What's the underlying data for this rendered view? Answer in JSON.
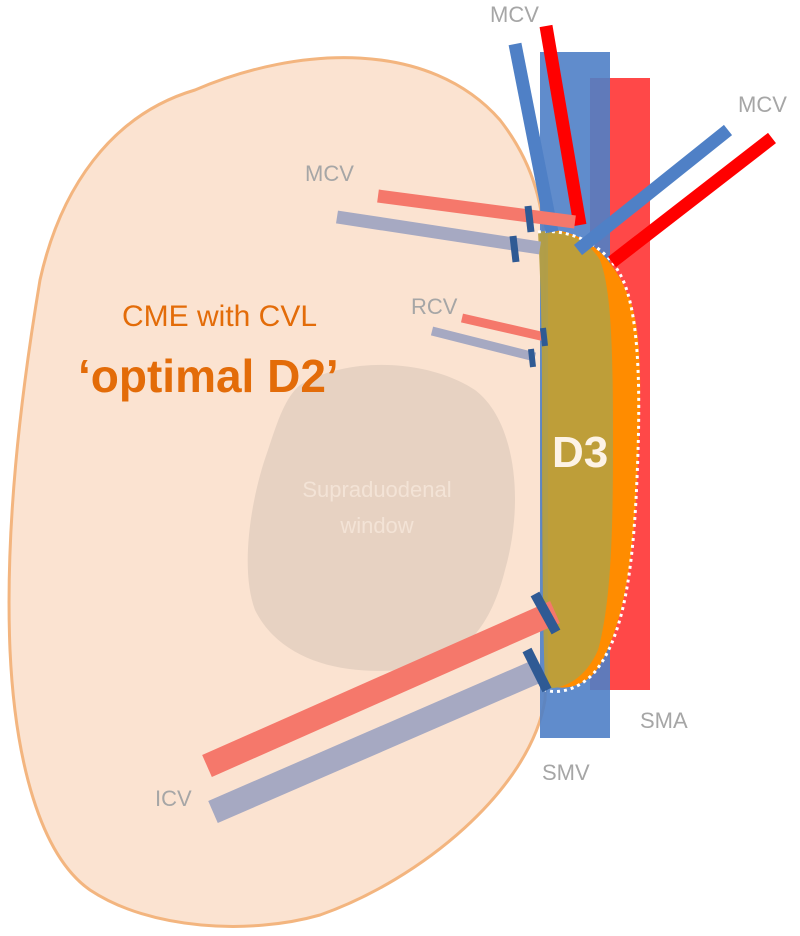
{
  "labels": {
    "mcv_top": "MCV",
    "mcv_right": "MCV",
    "mcv_left": "MCV",
    "rcv": "RCV",
    "icv": "ICV",
    "sma": "SMA",
    "smv": "SMV",
    "cme_with_cvl": "CME with CVL",
    "optimal_d2": "‘optimal D2’",
    "d3": "D3",
    "window_line1": "Supraduodenal",
    "window_line2": "window"
  },
  "colors": {
    "mesentery_fill": "#fbe3d1",
    "mesentery_stroke": "#f3b57f",
    "window_fill": "#e7d2c2",
    "artery_red": "#ff0000",
    "artery_light": "#f5786b",
    "vein_blue": "#4f80c6",
    "vein_grey": "#a6a9c2",
    "ligature": "#2f5a94",
    "d3_olive": "#c6a43a",
    "d3_orange": "#ff8c00",
    "text_grey": "#a6a6a6",
    "text_orange": "#e36c09"
  }
}
